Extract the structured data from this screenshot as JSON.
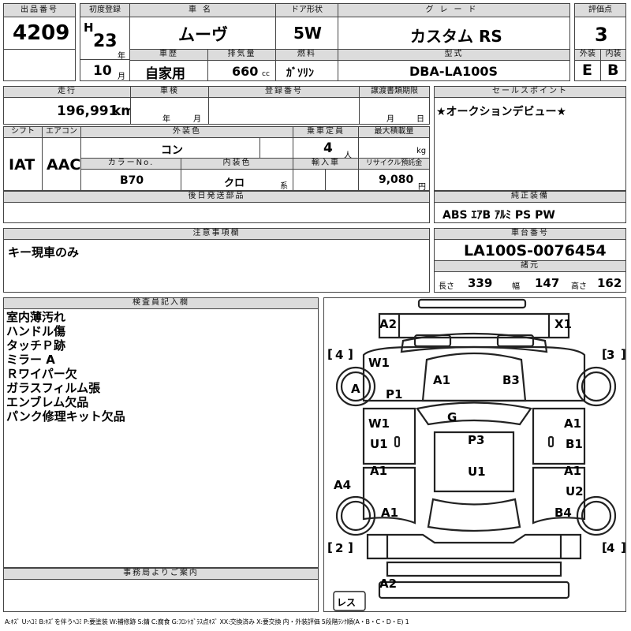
{
  "header": {
    "lot_no_label": "出品番号",
    "lot_no": "4209",
    "first_reg_label": "初度登録",
    "era": "H",
    "year": "23",
    "year_unit": "年",
    "month": "10",
    "month_unit": "月",
    "car_name_label": "車名",
    "car_name": "ムーヴ",
    "door_label": "ドア形状",
    "door": "5W",
    "grade_label": "グレード",
    "grade": "カスタム RS",
    "score_label": "評価点",
    "score": "3",
    "history_label": "車歴",
    "history": "自家用",
    "displacement_label": "排気量",
    "displacement": "660",
    "displacement_unit": "cc",
    "fuel_label": "燃料",
    "fuel": "ｶﾞｿﾘﾝ",
    "model_label": "型式",
    "model": "DBA-LA100S",
    "exterior_label": "外装",
    "exterior": "E",
    "interior_label": "内装",
    "interior": "B"
  },
  "row2": {
    "mileage_label": "走行",
    "mileage": "196,991",
    "mileage_unit": "km",
    "inspection_label": "車検",
    "inspection_year_unit": "年",
    "inspection_month_unit": "月",
    "reg_no_label": "登録番号",
    "transfer_label": "譲渡書類期限",
    "transfer_month_unit": "月",
    "transfer_day_unit": "日",
    "sales_point_label": "セールスポイント",
    "sales_point": "★オークションデビュー★",
    "shift_label": "シフト",
    "shift": "IAT",
    "aircon_label": "エアコン",
    "aircon": "AAC",
    "ext_color_label": "外装色",
    "ext_color": "コン",
    "capacity_label": "乗車定員",
    "capacity": "4",
    "capacity_unit": "人",
    "max_load_label": "最大積載量",
    "max_load_unit": "kg",
    "color_no_label": "カラーNo.",
    "color_no": "B70",
    "int_color_label": "内装色",
    "int_color": "クロ",
    "int_color_unit": "系",
    "import_label": "輸入車",
    "recycle_label": "リサイクル預託金",
    "recycle": "9,080",
    "recycle_unit": "円",
    "later_parts_label": "後日発送部品",
    "equipment_label": "純正装備",
    "equipment": "ABS ｴｱB ｱﾙﾐ PS PW"
  },
  "notes": {
    "label": "注意事項欄",
    "text": "キー現車のみ",
    "chassis_label": "車台番号",
    "chassis": "LA100S-0076454",
    "spec_label": "諸元",
    "length_label": "長さ",
    "length": "339",
    "width_label": "幅",
    "width": "147",
    "height_label": "高さ",
    "height": "162"
  },
  "inspector": {
    "label": "検査員記入欄",
    "items": [
      "室内薄汚れ",
      "ハンドル傷",
      "タッチＰ跡",
      "ミラー A",
      "Ｒワイパー欠",
      "ガラスフィルム張",
      "エンブレム欠品",
      "パンク修理キット欠品"
    ]
  },
  "office": {
    "label": "事務局よりご案内"
  },
  "diagram": {
    "codes": {
      "front_left": "A2",
      "front_right": "X1",
      "tire_fl": "4",
      "tire_fr": "3",
      "tire_rl": "2",
      "tire_rr": "4",
      "spare": "レス",
      "fender_l": "W1",
      "wheel_fl": "A",
      "door_fl_p": "P1",
      "hood_left": "A1",
      "hood_right": "B3",
      "roof": "G",
      "door_l_w": "W1",
      "door_l_u": "U1",
      "roof_p": "P3",
      "door_r_a": "A1",
      "door_r_b": "B1",
      "quarter_l": "A1",
      "center_u": "U1",
      "quarter_r": "A1",
      "quarter_r_u": "U2",
      "side_l": "A4",
      "rear_l": "A1",
      "rear_r": "B4",
      "rear_bumper": "A2"
    }
  },
  "legend": "A:ｷｽﾞ U:ﾍｺﾐ B:ｷｽﾞを伴うﾍｺﾐ P:要塗装 W:補修跡 S:錆 C:腐食 G:ﾌﾛﾝﾄｶﾞﾗｽ点ｷｽﾞ XX:交換済み X:要交換 内・外装評価 5段階ﾗﾝｸ順(A・B・C・D・E) 1"
}
